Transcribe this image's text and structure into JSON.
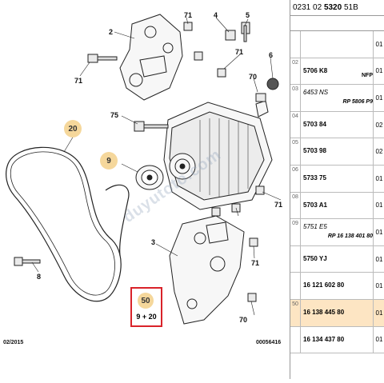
{
  "diagram": {
    "callouts": [
      "2",
      "4",
      "5",
      "6",
      "71",
      "71",
      "71",
      "70",
      "75",
      "3",
      "8",
      "70",
      "71",
      "71"
    ],
    "kit_bubbles": [
      "20",
      "9"
    ],
    "kit": {
      "number": "50",
      "formula": "9 + 20"
    },
    "footer_date": "02/2015",
    "footer_code": "00056416",
    "watermark": "duyutoto.com"
  },
  "table": {
    "header": {
      "prefix": "0231 02 ",
      "bold": "5320",
      "suffix": " 51B"
    },
    "rows": [
      {
        "index": "",
        "ref": "",
        "note": "",
        "qty": "01",
        "italic": false,
        "highlight": false
      },
      {
        "index": "02",
        "ref": "5706 K8",
        "note": "NFP",
        "qty": "01",
        "italic": false,
        "highlight": false
      },
      {
        "index": "03",
        "ref": "6453 NS",
        "note": "RP 5806 P9",
        "qty": "01",
        "italic": true,
        "highlight": false
      },
      {
        "index": "04",
        "ref": "5703 84",
        "note": "",
        "qty": "02",
        "italic": false,
        "highlight": false
      },
      {
        "index": "05",
        "ref": "5703 98",
        "note": "",
        "qty": "02",
        "italic": false,
        "highlight": false
      },
      {
        "index": "06",
        "ref": "5733 75",
        "note": "",
        "qty": "01",
        "italic": false,
        "highlight": false
      },
      {
        "index": "08",
        "ref": "5703 A1",
        "note": "",
        "qty": "01",
        "italic": false,
        "highlight": false
      },
      {
        "index": "09",
        "ref": "5751 E5",
        "note": "RP 16 138 401 80",
        "qty": "01",
        "italic": true,
        "highlight": false
      },
      {
        "index": "",
        "ref": "5750 YJ",
        "note": "",
        "qty": "01",
        "italic": false,
        "highlight": false
      },
      {
        "index": "",
        "ref": "16 121 602 80",
        "note": "",
        "qty": "01",
        "italic": false,
        "highlight": false
      },
      {
        "index": "50",
        "ref": "16 138 445 80",
        "note": "",
        "qty": "01",
        "italic": false,
        "highlight": true
      },
      {
        "index": "",
        "ref": "16 134 437 80",
        "note": "",
        "qty": "01",
        "italic": false,
        "highlight": false
      }
    ]
  }
}
